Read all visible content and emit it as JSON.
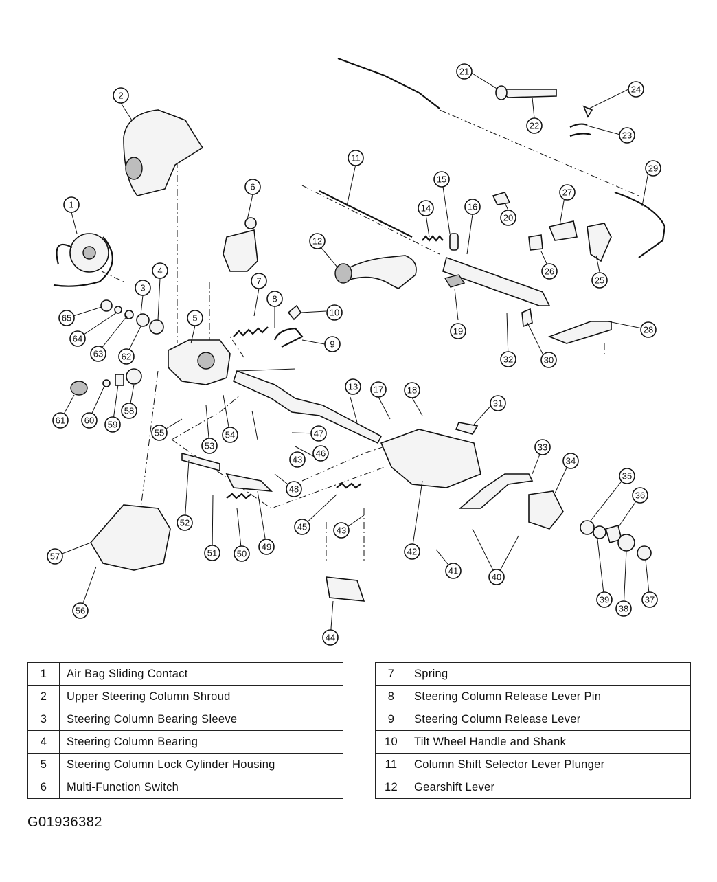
{
  "diagram": {
    "callouts": [
      "1",
      "2",
      "3",
      "4",
      "5",
      "6",
      "7",
      "8",
      "9",
      "10",
      "11",
      "12",
      "13",
      "14",
      "15",
      "16",
      "17",
      "18",
      "19",
      "20",
      "21",
      "22",
      "23",
      "24",
      "25",
      "26",
      "27",
      "28",
      "29",
      "30",
      "31",
      "32",
      "33",
      "34",
      "35",
      "36",
      "37",
      "38",
      "39",
      "40",
      "41",
      "42",
      "43",
      "44",
      "45",
      "46",
      "47",
      "48",
      "49",
      "50",
      "51",
      "52",
      "53",
      "54",
      "55",
      "56",
      "57",
      "58",
      "59",
      "60",
      "61",
      "62",
      "63",
      "64",
      "65"
    ]
  },
  "legend_left": [
    {
      "num": "1",
      "label": "Air Bag Sliding Contact"
    },
    {
      "num": "2",
      "label": "Upper Steering Column Shroud"
    },
    {
      "num": "3",
      "label": "Steering Column Bearing Sleeve"
    },
    {
      "num": "4",
      "label": "Steering Column Bearing"
    },
    {
      "num": "5",
      "label": "Steering Column Lock Cylinder Housing"
    },
    {
      "num": "6",
      "label": "Multi-Function Switch"
    }
  ],
  "legend_right": [
    {
      "num": "7",
      "label": "Spring"
    },
    {
      "num": "8",
      "label": "Steering Column Release Lever Pin"
    },
    {
      "num": "9",
      "label": "Steering Column Release Lever"
    },
    {
      "num": "10",
      "label": "Tilt Wheel Handle and Shank"
    },
    {
      "num": "11",
      "label": "Column Shift Selector Lever Plunger"
    },
    {
      "num": "12",
      "label": "Gearshift Lever"
    }
  ],
  "figure_id": "G01936382"
}
